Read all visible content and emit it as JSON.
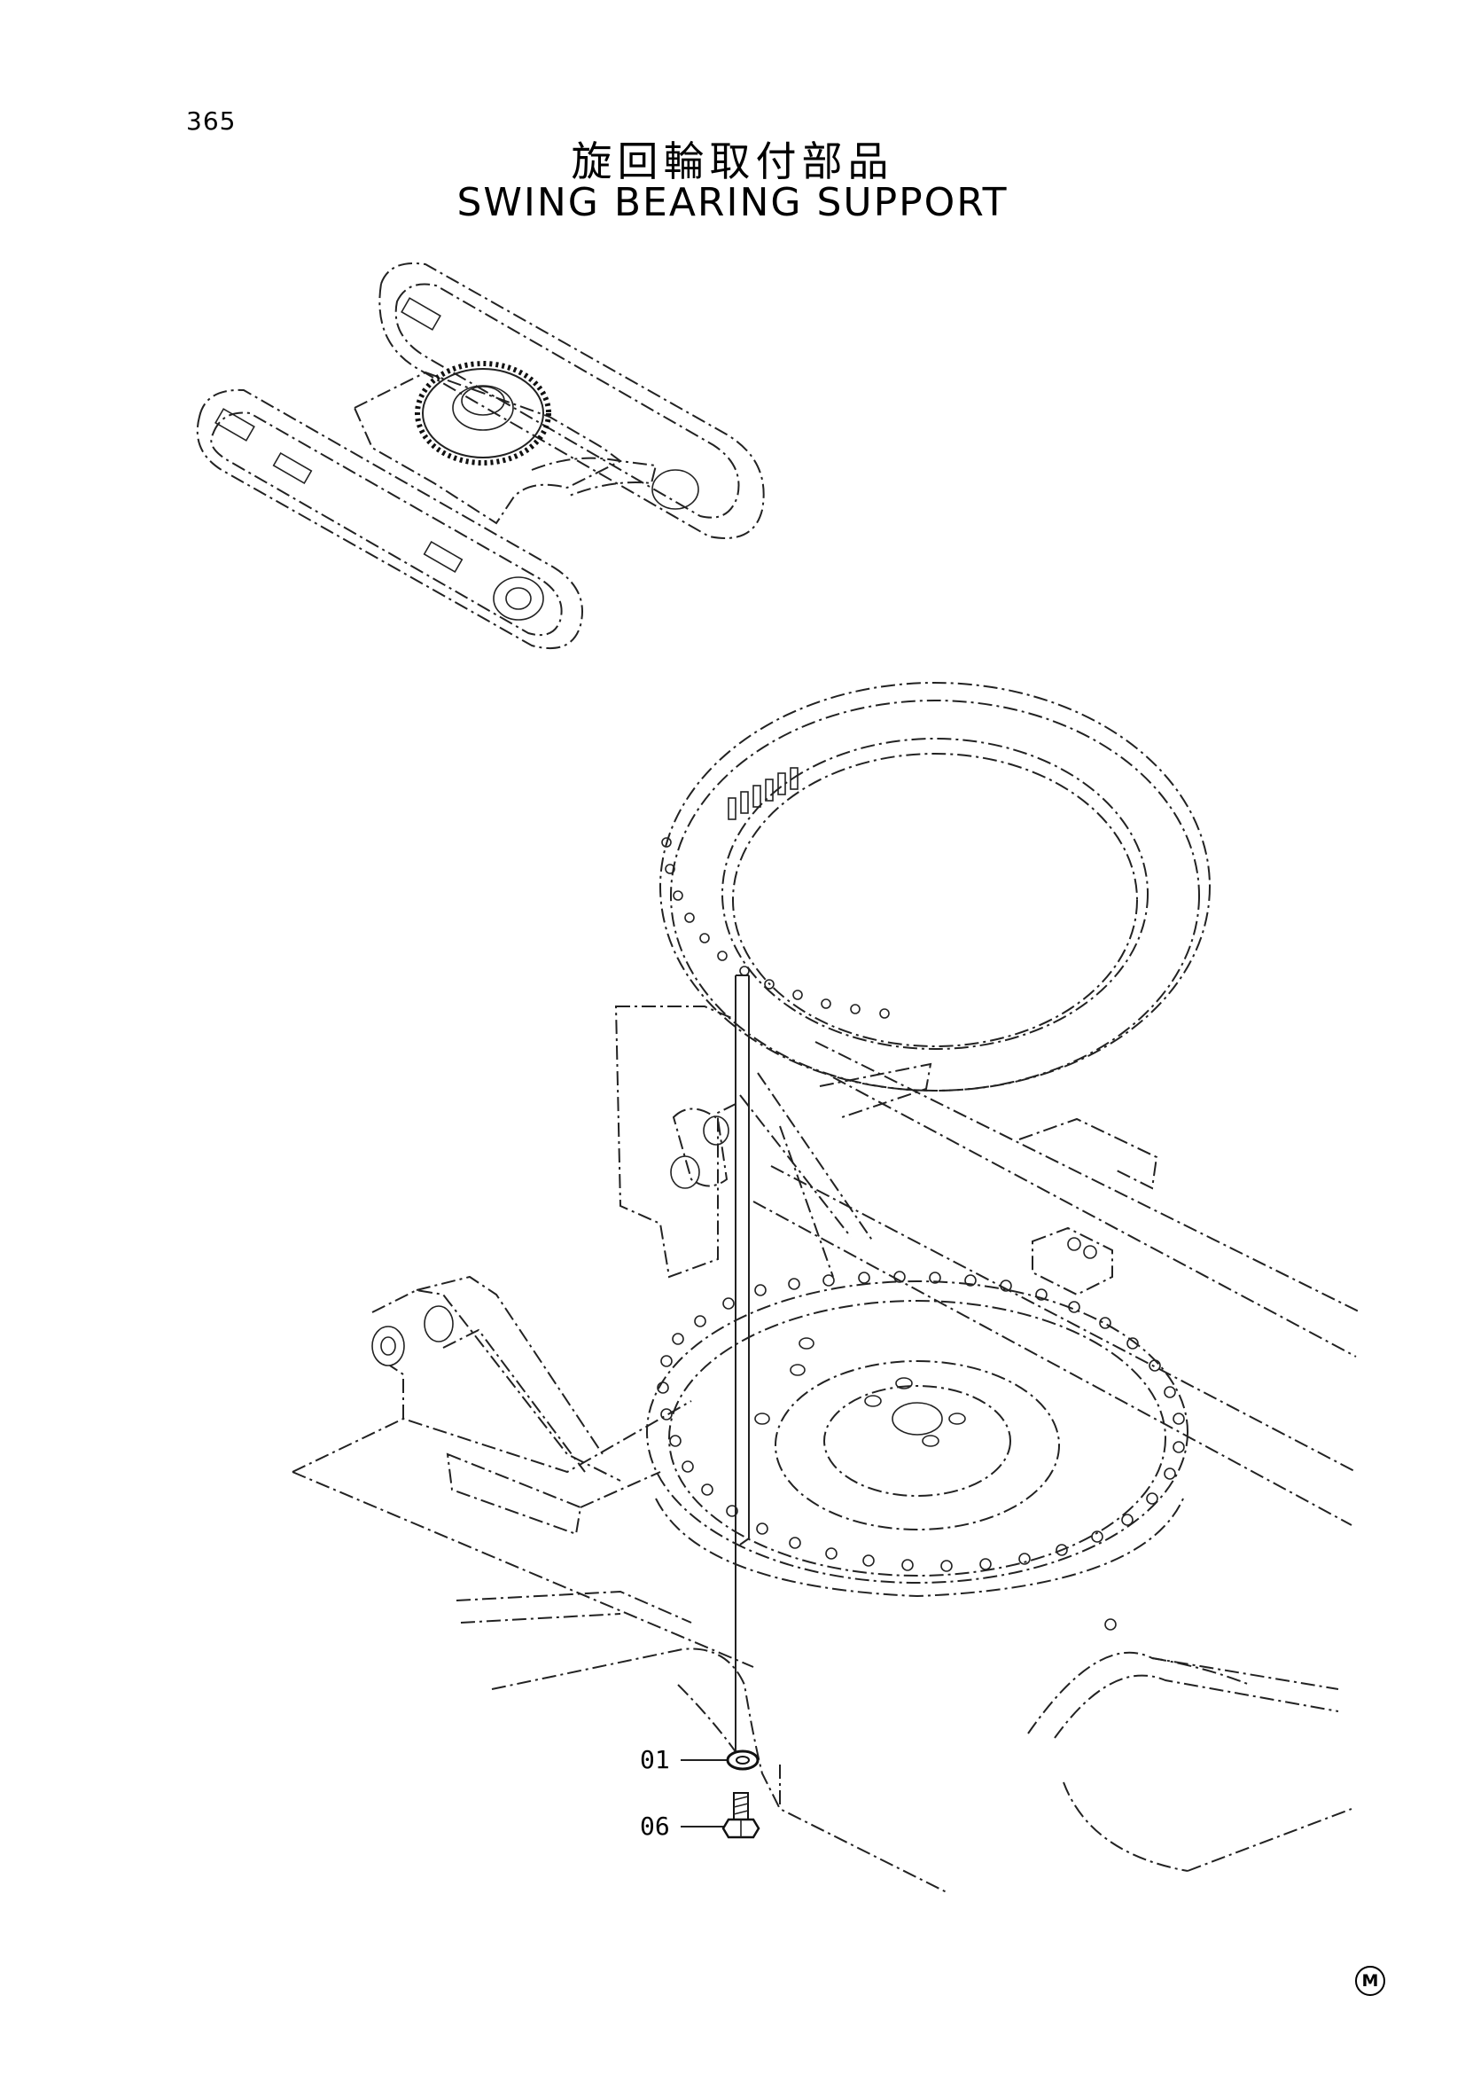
{
  "page": {
    "number": "365",
    "title_jp": "旋回輪取付部品",
    "title_en": "SWING BEARING SUPPORT",
    "mark": "M"
  },
  "callouts": [
    {
      "id": "01",
      "label": "01"
    },
    {
      "id": "06",
      "label": "06"
    }
  ],
  "icons": {
    "washer": "washer-icon",
    "bolt": "bolt-icon"
  }
}
